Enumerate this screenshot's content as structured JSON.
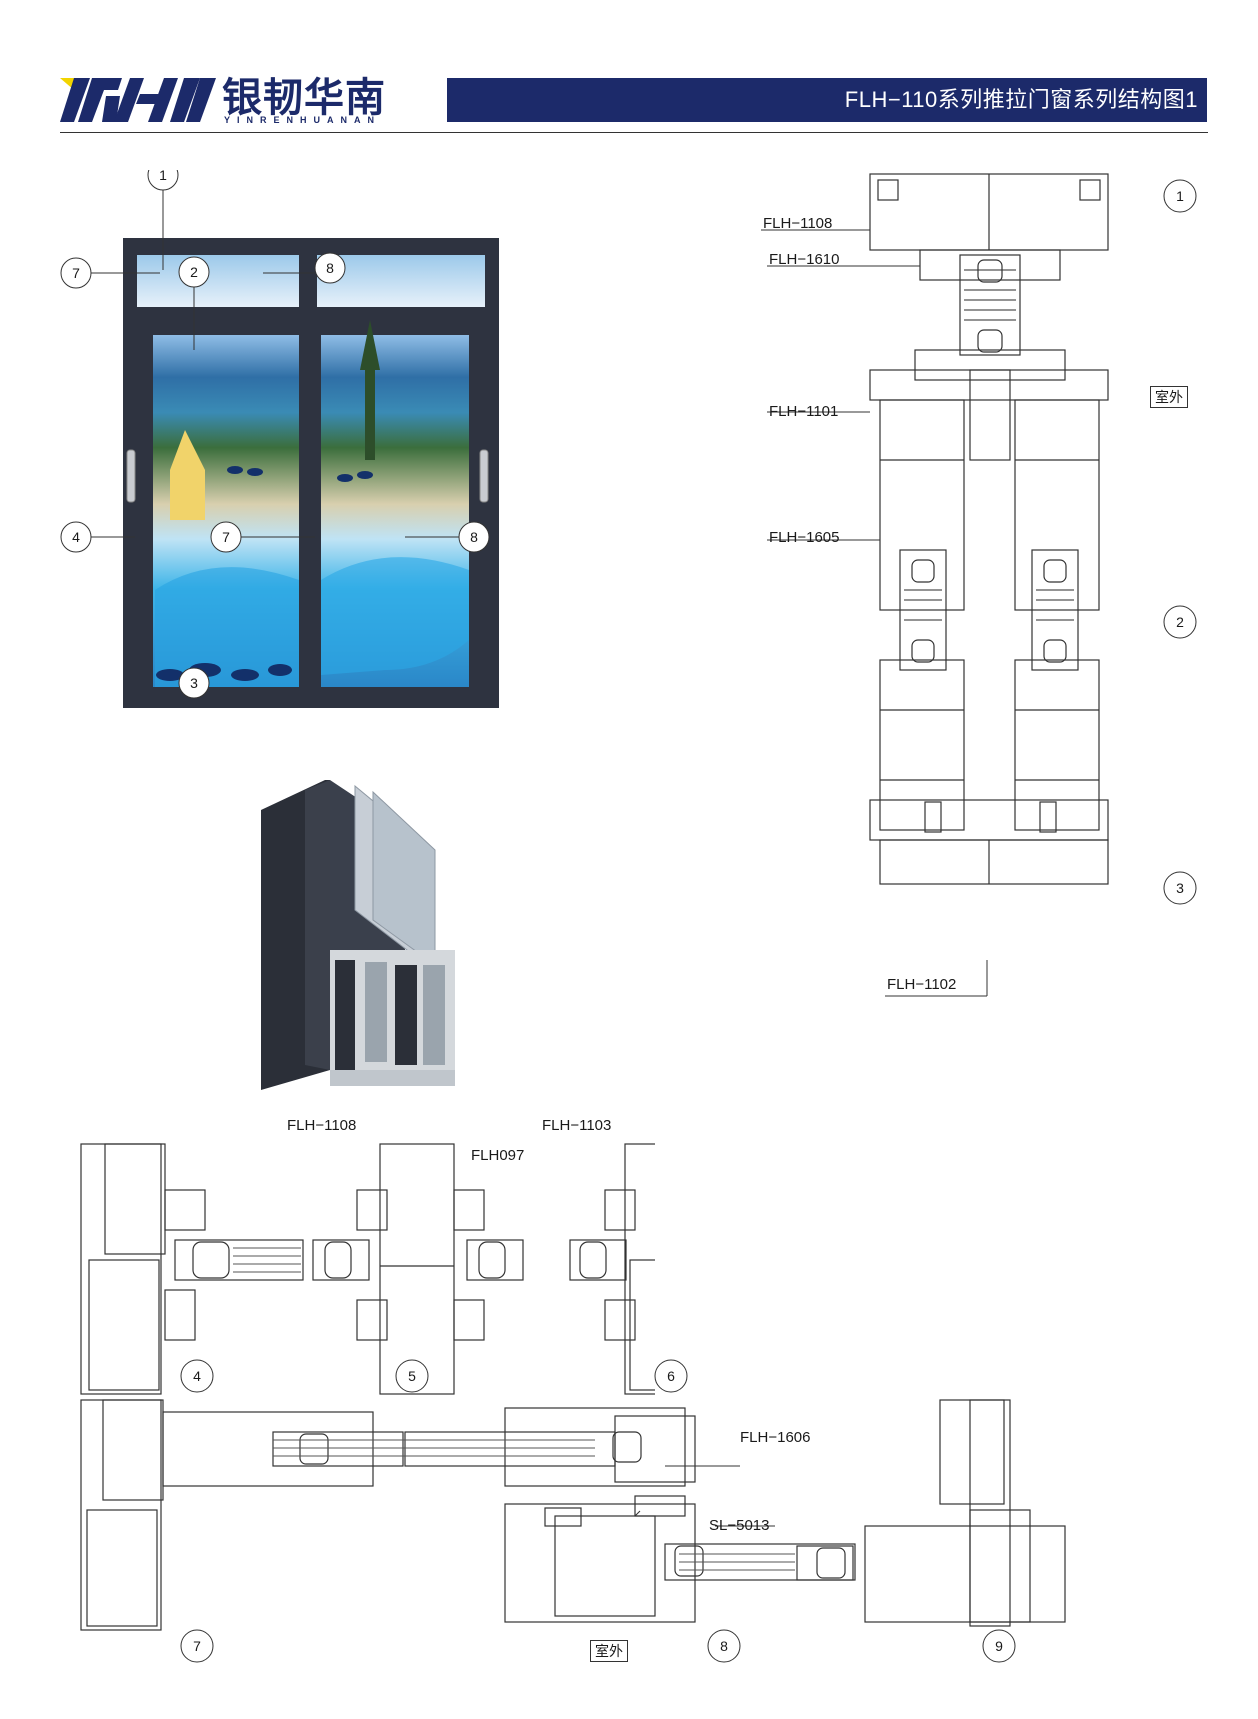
{
  "header": {
    "logo_text": "银韧华南",
    "logo_sub": "YINRENHUANAN",
    "title": "FLH−110系列推拉门窗系列结构图1"
  },
  "window_callouts": [
    "1",
    "2",
    "3",
    "4",
    "7",
    "8"
  ],
  "top_section": {
    "labels": [
      "FLH−1108",
      "FLH−1610",
      "FLH−1101",
      "FLH−1605",
      "FLH−1102"
    ],
    "outside": "室外",
    "numbers": [
      "1",
      "2",
      "3"
    ]
  },
  "bottom_section": {
    "labels": [
      "FLH−1108",
      "FLH−1103",
      "FLH097",
      "FLH−1606",
      "SL−5013"
    ],
    "outside": "室外",
    "numbers": [
      "4",
      "5",
      "6",
      "7",
      "8",
      "9"
    ]
  },
  "colors": {
    "brand": "#1c2a6a",
    "frame": "#2e3340",
    "profile_line": "#333333"
  }
}
